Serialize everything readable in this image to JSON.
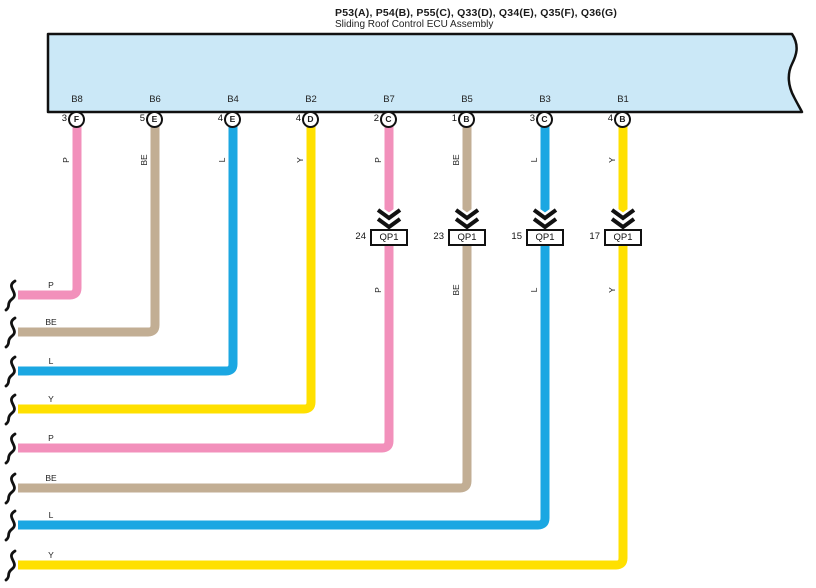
{
  "header": {
    "title": "P53(A), P54(B), P55(C), Q33(D), Q34(E), Q35(F), Q36(G)",
    "subtitle": "Sliding Roof Control ECU Assembly"
  },
  "ecu": {
    "fill": "#CBE8F7",
    "stroke": "#111111"
  },
  "colors": {
    "P": "#F290BB",
    "BE": "#C2AE94",
    "L": "#1BA7E2",
    "Y": "#FFE000"
  },
  "pins": [
    {
      "connector": "B8",
      "number": "3",
      "terminal": "F",
      "wire": "P",
      "color": "#F290BB"
    },
    {
      "connector": "B6",
      "number": "5",
      "terminal": "E",
      "wire": "BE",
      "color": "#C2AE94"
    },
    {
      "connector": "B4",
      "number": "4",
      "terminal": "E",
      "wire": "L",
      "color": "#1BA7E2"
    },
    {
      "connector": "B2",
      "number": "4",
      "terminal": "D",
      "wire": "Y",
      "color": "#FFE000"
    },
    {
      "connector": "B7",
      "number": "2",
      "terminal": "C",
      "wire": "P",
      "color": "#F290BB"
    },
    {
      "connector": "B5",
      "number": "1",
      "terminal": "B",
      "wire": "BE",
      "color": "#C2AE94"
    },
    {
      "connector": "B3",
      "number": "3",
      "terminal": "C",
      "wire": "L",
      "color": "#1BA7E2"
    },
    {
      "connector": "B1",
      "number": "4",
      "terminal": "B",
      "wire": "Y",
      "color": "#FFE000"
    }
  ],
  "junctions": [
    {
      "number": "24",
      "label": "QP1"
    },
    {
      "number": "23",
      "label": "QP1"
    },
    {
      "number": "15",
      "label": "QP1"
    },
    {
      "number": "17",
      "label": "QP1"
    }
  ],
  "icons": {
    "chevron": "double-chevron-down",
    "break": "wire-break-squiggle"
  }
}
